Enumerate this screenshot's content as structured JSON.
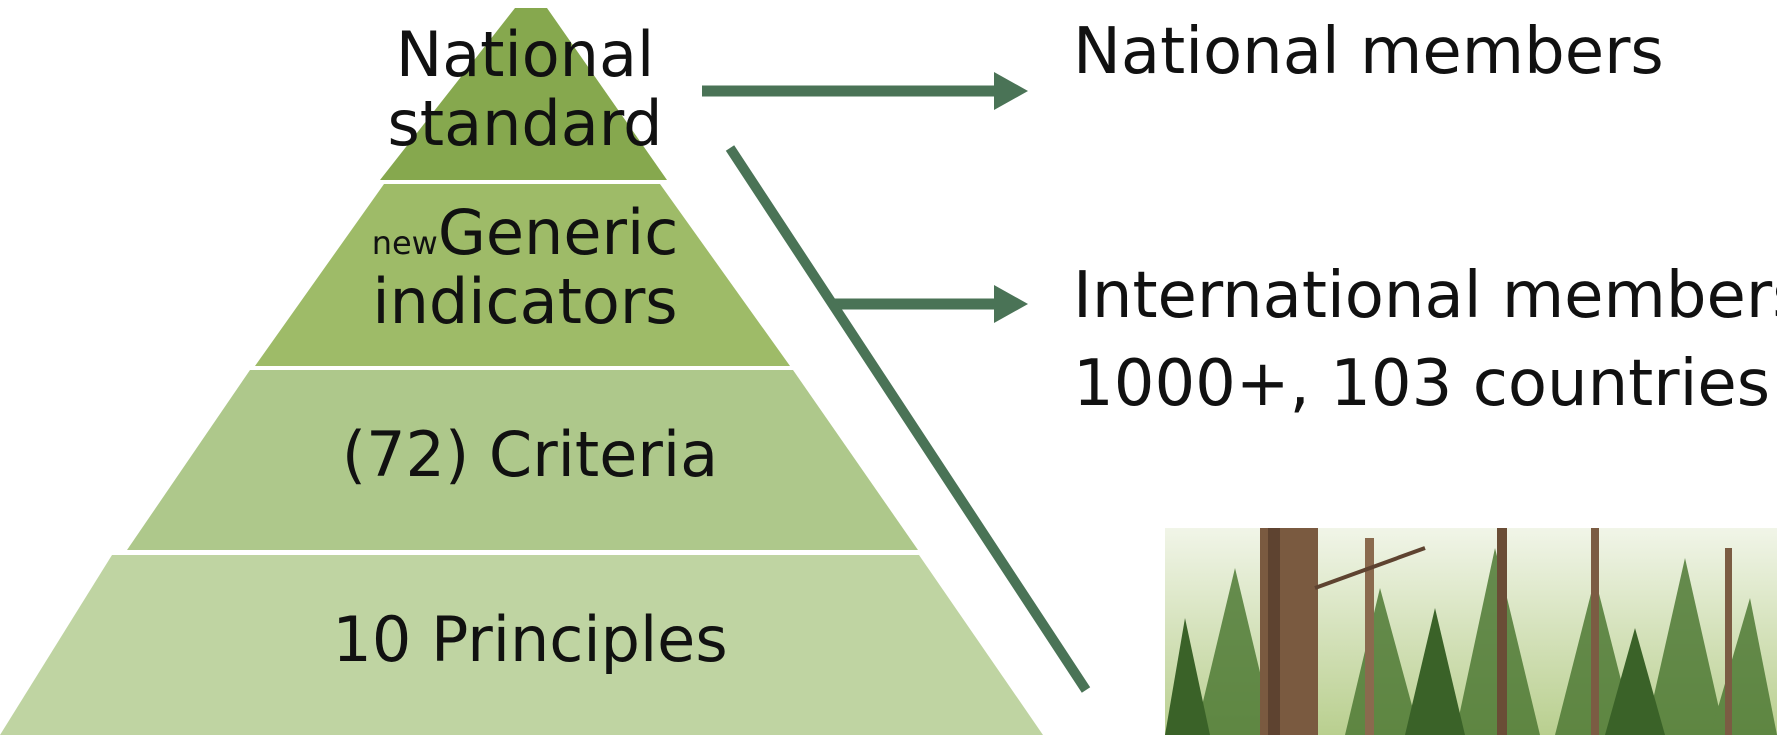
{
  "pyramid": {
    "levels": [
      {
        "lines": [
          "National",
          "standard"
        ],
        "color": "#86a84e"
      },
      {
        "prefix": "new",
        "lines": [
          "Generic",
          "indicators"
        ],
        "color": "#9ebb68"
      },
      {
        "lines": [
          "(72) Criteria"
        ],
        "color": "#aec88b"
      },
      {
        "lines": [
          "10 Principles"
        ],
        "color": "#bfd4a2"
      }
    ]
  },
  "side_labels": {
    "national_members": "National members",
    "international_members": "International members",
    "member_count": "1000+, 103 countries"
  },
  "colors": {
    "arrow": "#4a7356",
    "divider": "#ffffff"
  },
  "photo": {
    "subject": "forest-photo",
    "palette": [
      "#dbe8c4",
      "#3f6b2d",
      "#6e5038"
    ]
  }
}
